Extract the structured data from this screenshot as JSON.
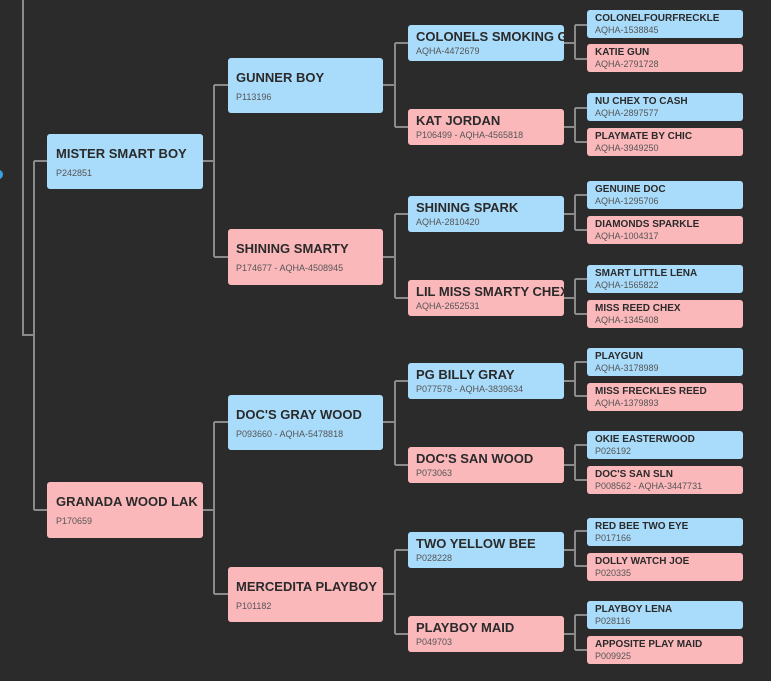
{
  "colors": {
    "background": "#2b2b2b",
    "male": "#a9dcfb",
    "female": "#fbb8bb",
    "line": "#8a8a8a"
  },
  "pedigree": {
    "sire": {
      "name": "MISTER SMART BOY",
      "reg": "P242851",
      "sex": "male"
    },
    "dam": {
      "name": "GRANADA WOOD LAK",
      "reg": "P170659",
      "sex": "female"
    },
    "sire_sire": {
      "name": "GUNNER BOY",
      "reg": "P113196",
      "sex": "male"
    },
    "sire_dam": {
      "name": "SHINING SMARTY",
      "reg": "P174677 - AQHA-4508945",
      "sex": "female"
    },
    "dam_sire": {
      "name": "DOC'S GRAY WOOD",
      "reg": "P093660 - AQHA-5478818",
      "sex": "male"
    },
    "dam_dam": {
      "name": "MERCEDITA PLAYBOY",
      "reg": "P101182",
      "sex": "female"
    },
    "gen3": [
      {
        "name": "COLONELS SMOKING GU",
        "reg": "AQHA-4472679",
        "sex": "male"
      },
      {
        "name": "KAT JORDAN",
        "reg": "P106499 - AQHA-4565818",
        "sex": "female"
      },
      {
        "name": "SHINING SPARK",
        "reg": "AQHA-2810420",
        "sex": "male"
      },
      {
        "name": "LIL MISS SMARTY CHEX",
        "reg": "AQHA-2652531",
        "sex": "female"
      },
      {
        "name": "PG BILLY GRAY",
        "reg": "P077578 - AQHA-3839634",
        "sex": "male"
      },
      {
        "name": "DOC'S SAN WOOD",
        "reg": "P073063",
        "sex": "female"
      },
      {
        "name": "TWO YELLOW BEE",
        "reg": "P028228",
        "sex": "male"
      },
      {
        "name": "PLAYBOY MAID",
        "reg": "P049703",
        "sex": "female"
      }
    ],
    "gen4": [
      {
        "name": "COLONELFOURFRECKLE",
        "reg": "AQHA-1538845",
        "sex": "male"
      },
      {
        "name": "KATIE GUN",
        "reg": "AQHA-2791728",
        "sex": "female"
      },
      {
        "name": "NU CHEX TO CASH",
        "reg": "AQHA-2897577",
        "sex": "male"
      },
      {
        "name": "PLAYMATE BY CHIC",
        "reg": "AQHA-3949250",
        "sex": "female"
      },
      {
        "name": "GENUINE DOC",
        "reg": "AQHA-1295706",
        "sex": "male"
      },
      {
        "name": "DIAMONDS SPARKLE",
        "reg": "AQHA-1004317",
        "sex": "female"
      },
      {
        "name": "SMART LITTLE LENA",
        "reg": "AQHA-1565822",
        "sex": "male"
      },
      {
        "name": "MISS REED CHEX",
        "reg": "AQHA-1345408",
        "sex": "female"
      },
      {
        "name": "PLAYGUN",
        "reg": "AQHA-3178989",
        "sex": "male"
      },
      {
        "name": "MISS FRECKLES REED",
        "reg": "AQHA-1379893",
        "sex": "female"
      },
      {
        "name": "OKIE EASTERWOOD",
        "reg": "P026192",
        "sex": "male"
      },
      {
        "name": "DOC'S SAN SLN",
        "reg": "P008562 - AQHA-3447731",
        "sex": "female"
      },
      {
        "name": "RED BEE TWO EYE",
        "reg": "P017166",
        "sex": "male"
      },
      {
        "name": "DOLLY WATCH JOE",
        "reg": "P020335",
        "sex": "female"
      },
      {
        "name": "PLAYBOY LENA",
        "reg": "P028116",
        "sex": "male"
      },
      {
        "name": "APPOSITE PLAY MAID",
        "reg": "P009925",
        "sex": "female"
      }
    ]
  }
}
